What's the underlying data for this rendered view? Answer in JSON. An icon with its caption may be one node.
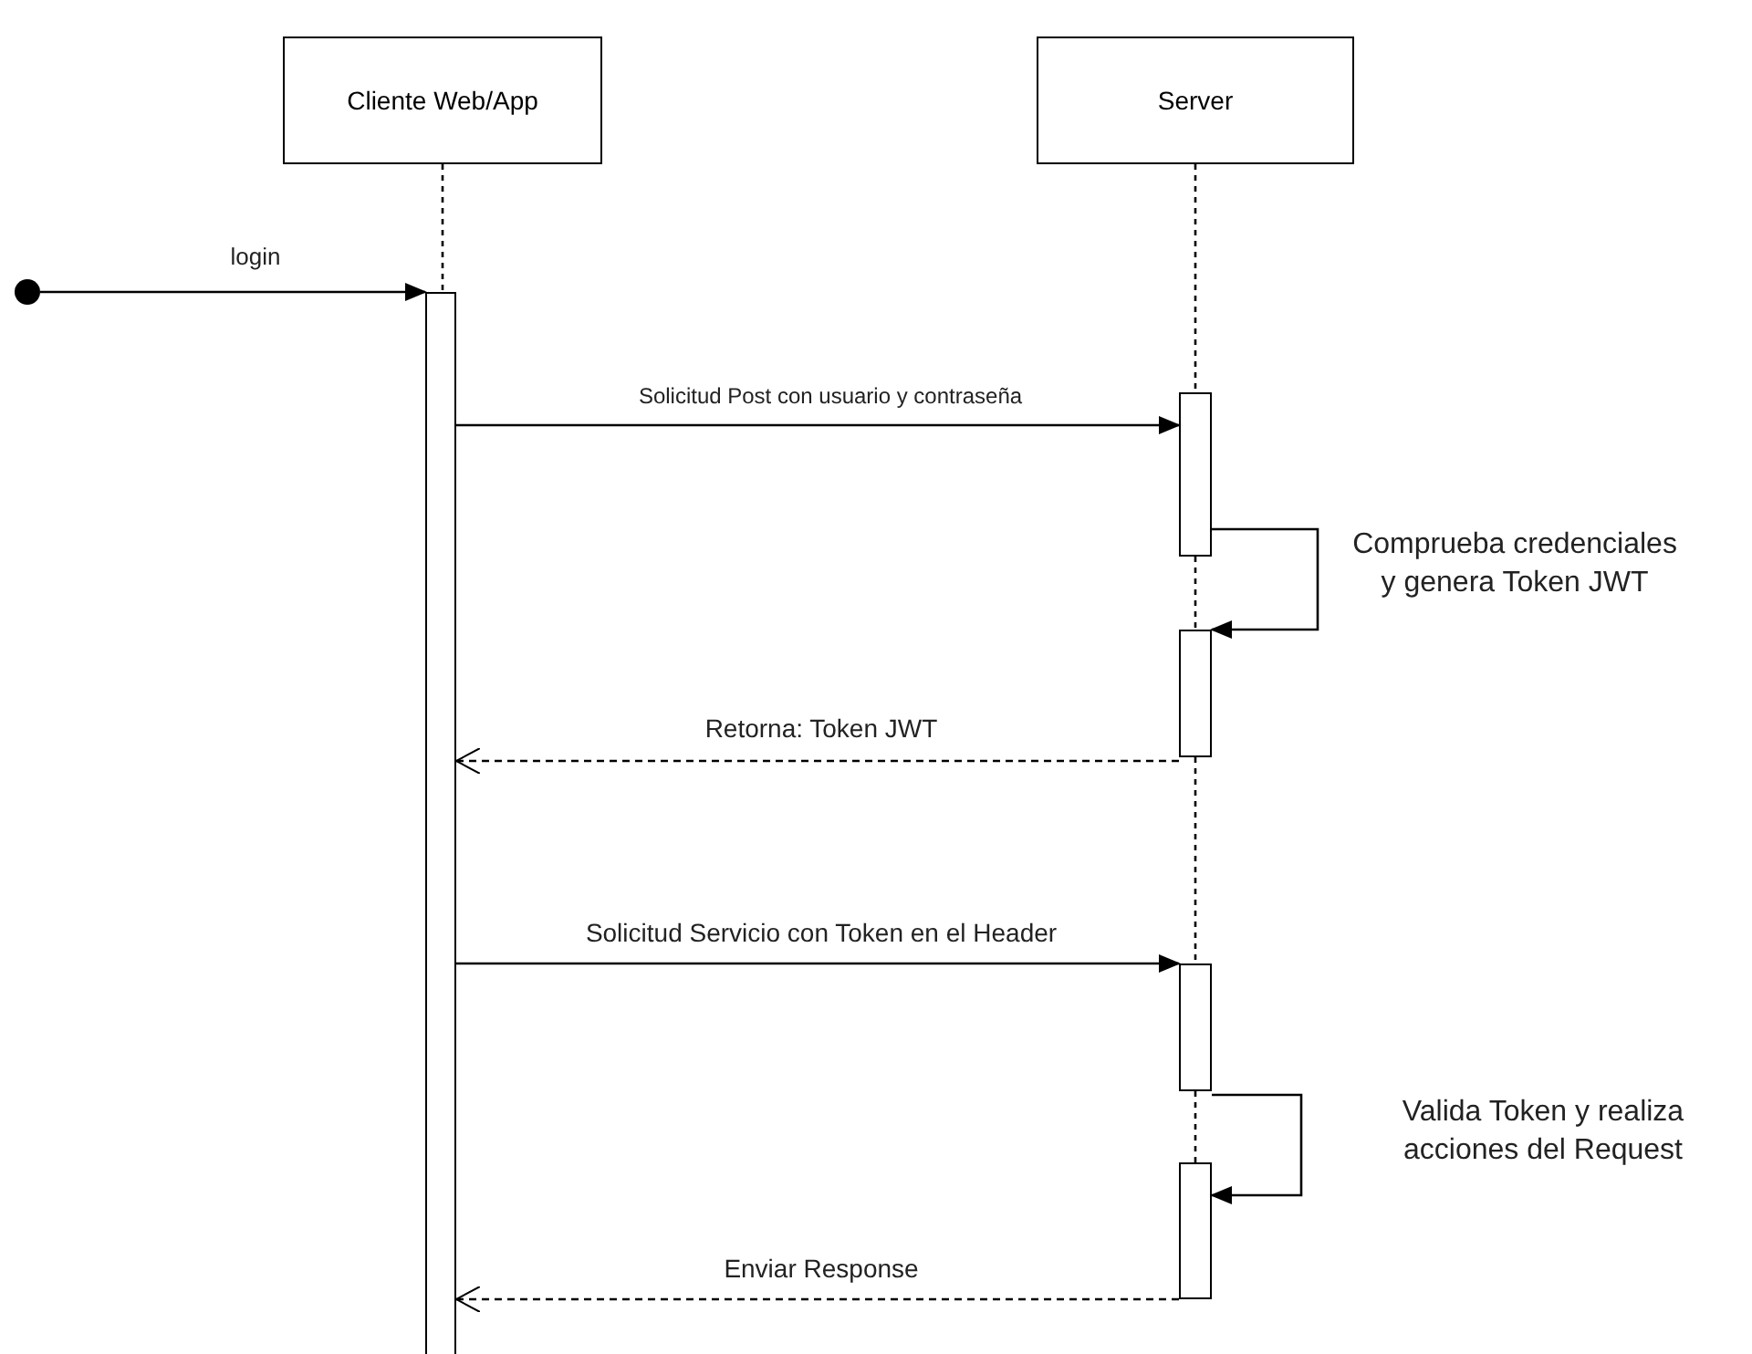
{
  "diagram": {
    "nodes": [
      {
        "text": [
          "Cliente Web/App"
        ]
      },
      {
        "text": [
          "Server"
        ]
      },
      {
        "text": [],
        "shape": "circle"
      },
      {
        "text": [],
        "shape": "bar"
      },
      {
        "text": [],
        "shape": "bar"
      },
      {
        "text": [],
        "shape": "bar"
      },
      {
        "text": [],
        "shape": "bar"
      },
      {
        "text": [],
        "shape": "bar"
      }
    ],
    "edges": [
      {
        "from": 0,
        "to": 3,
        "arrow": "none",
        "style": "dashed"
      },
      {
        "from": 1,
        "to": 4,
        "arrow": "none",
        "style": "dashed"
      },
      {
        "from": 4,
        "to": 5,
        "arrow": "none",
        "style": "dashed"
      },
      {
        "from": 5,
        "to": 6,
        "arrow": "none",
        "style": "dashed"
      },
      {
        "from": 6,
        "to": 7,
        "arrow": "none",
        "style": "dashed"
      },
      {
        "from": 2,
        "to": 3,
        "arrow": "to",
        "label": "login"
      },
      {
        "from": 3,
        "to": 4,
        "arrow": "to",
        "label": "Solicitud Post con usuario y contraseña"
      },
      {
        "from": 4,
        "to": 5,
        "arrow": "to",
        "label": "Comprueba credenciales y genera Token JWT"
      },
      {
        "from": 5,
        "to": 3,
        "arrow": "to",
        "label": "Retorna: Token JWT",
        "style": "dashed"
      },
      {
        "from": 3,
        "to": 6,
        "arrow": "to",
        "label": "Solicitud Servicio con Token en el Header"
      },
      {
        "from": 6,
        "to": 7,
        "arrow": "to",
        "label": "Valida Token y realiza acciones del Request"
      },
      {
        "from": 7,
        "to": 3,
        "arrow": "to",
        "label": "Enviar Response",
        "style": "dashed"
      }
    ]
  }
}
